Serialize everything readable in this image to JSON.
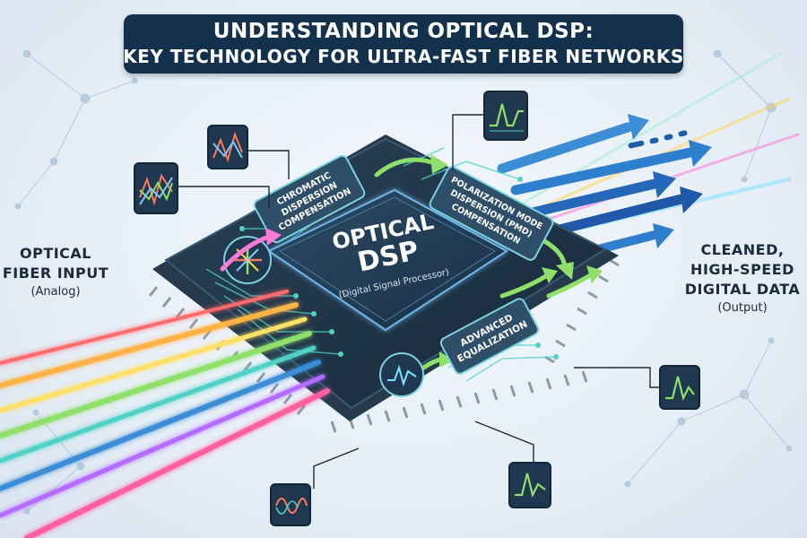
{
  "header": {
    "title_line1": "UNDERSTANDING OPTICAL DSP:",
    "title_line2": "KEY TECHNOLOGY FOR ULTRA-FAST FIBER NETWORKS"
  },
  "input_label": {
    "line1": "OPTICAL",
    "line2": "FIBER INPUT",
    "line3": "(Analog)"
  },
  "output_label": {
    "line1": "CLEANED,",
    "line2": "HIGH-SPEED",
    "line3": "DIGITAL DATA",
    "line4": "(Output)"
  },
  "chip": {
    "title_line1": "OPTICAL",
    "title_line2": "DSP",
    "subtitle": "(Digital Signal Processor)"
  },
  "modules": {
    "chromatic": {
      "line1": "CHROMATIC",
      "line2": "DISPERSION",
      "line3": "COMPENSATION"
    },
    "pmd": {
      "line1": "POLARIZATION MODE",
      "line2": "DISPERSION (PMD)",
      "line3": "COMPENSATION"
    },
    "equalization": {
      "line1": "ADVANCED",
      "line2": "EQUALIZATION"
    }
  },
  "colors": {
    "banner": "#13304d",
    "chip_body": "#263a4c",
    "chip_top": "#1d2e3e",
    "accent_green": "#8ee06a",
    "accent_blue": "#3b8ed6",
    "trace_teal": "#4fd1c5"
  },
  "icons": {
    "waveform_monitor": "waveform-icon",
    "polarization_rotation": "polarization-icon",
    "network_node": "network-node-icon"
  }
}
